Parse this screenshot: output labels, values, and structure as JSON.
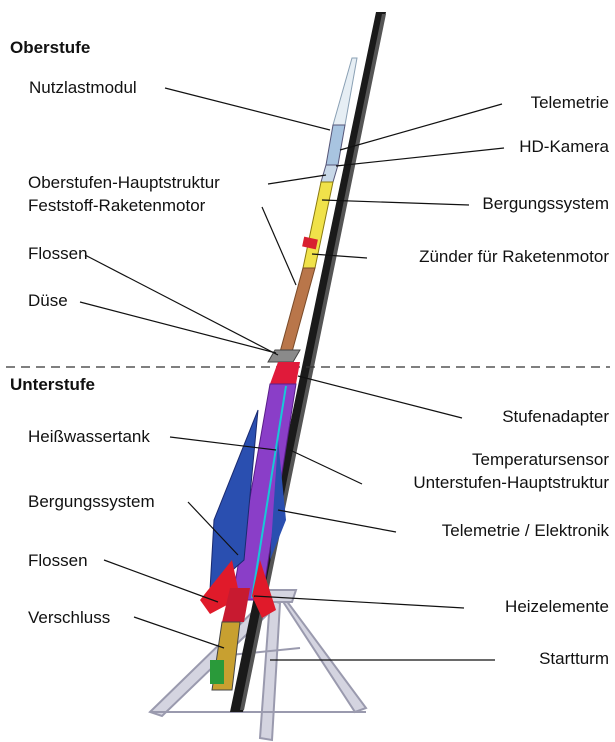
{
  "sections": {
    "upper": "Oberstufe",
    "lower": "Unterstufe"
  },
  "labels_left": {
    "nutzlastmodul": "Nutzlastmodul",
    "oberstufen_hauptstruktur": "Oberstufen-Hauptstruktur",
    "feststoff_raketenmotor": "Feststoff-Raketenmotor",
    "flossen_oben": "Flossen",
    "duese": "Düse",
    "heisswassertank": "Heißwassertank",
    "bergungssystem_unten": "Bergungssystem",
    "flossen_unten": "Flossen",
    "verschluss": "Verschluss"
  },
  "labels_right": {
    "telemetrie": "Telemetrie",
    "hd_kamera": "HD-Kamera",
    "bergungssystem_oben": "Bergungssystem",
    "zuender": "Zünder für Raketenmotor",
    "stufenadapter": "Stufenadapter",
    "temperatursensor": "Temperatursensor",
    "unterstufen_hauptstruktur": "Unterstufen-Hauptstruktur",
    "telemetrie_elektronik": "Telemetrie / Elektronik",
    "heizelemente": "Heizelemente",
    "startturm": "Startturm"
  },
  "colors": {
    "rail": "#1a1a1a",
    "upper_tube": "#c8d8e8",
    "motor_copper": "#b9764a",
    "yellow_section": "#f0e24a",
    "adapter_red": "#e01a3a",
    "tank_purple": "#8a3ec8",
    "fin_blue": "#2a4fb0",
    "fin_red": "#e01a2a",
    "cyan_line": "#18c8d8",
    "tower": "#c8c8d8"
  }
}
